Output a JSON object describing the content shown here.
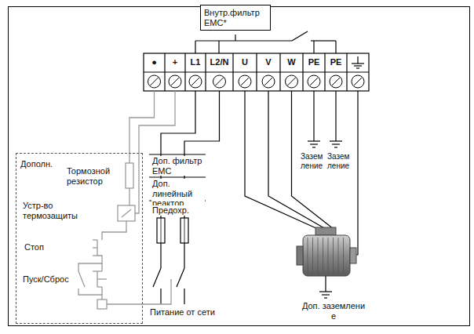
{
  "diagram": {
    "nodes": [
      {
        "text": [
          "Внутр.фильтр EMC*"
        ]
      },
      {
        "text": [
          "Дополн."
        ]
      }
    ],
    "labels": [
      "●",
      "+",
      "L1",
      "L2/N",
      "U",
      "V",
      "W",
      "PE",
      "PE",
      "Тормозной резистор",
      "Устр-во термозащиты",
      "Стоп",
      "Пуск/Сброс",
      "Доп. фильтр EMC",
      "Доп. линейный реактор",
      "Предохр.",
      "Питание от сети",
      "Заземление",
      "Заземление",
      "Доп. заземление"
    ]
  }
}
